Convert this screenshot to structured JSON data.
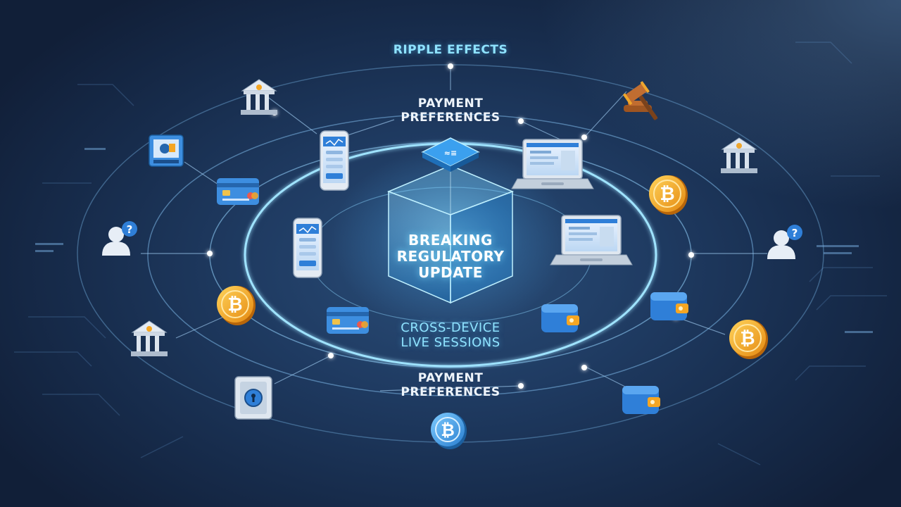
{
  "labels": {
    "ripple_effects": "RIPPLE EFFECTS",
    "payment_preferences_top_1": "PAYMENT",
    "payment_preferences_top_2": "PREFERENCES",
    "core_1": "BREAKING",
    "core_2": "REGULATORY",
    "core_3": "UPDATE",
    "cross_device_1": "CROSS-DEVICE",
    "cross_device_2": "LIVE SESSIONS",
    "payment_preferences_bottom_1": "PAYMENT",
    "payment_preferences_bottom_2": "PREFERENCES"
  },
  "icons": [
    "bank-icon",
    "gavel-icon",
    "phone-icon",
    "laptop-icon",
    "credit-card-icon",
    "user-question-icon",
    "bitcoin-coin-icon",
    "wallet-icon",
    "safe-icon",
    "atm-icon"
  ],
  "colors": {
    "background": "#1c3358",
    "ring": "#7fd6ff",
    "accent": "#2f8fe0",
    "coin": "#f5a623",
    "label": "#eef4fb"
  }
}
